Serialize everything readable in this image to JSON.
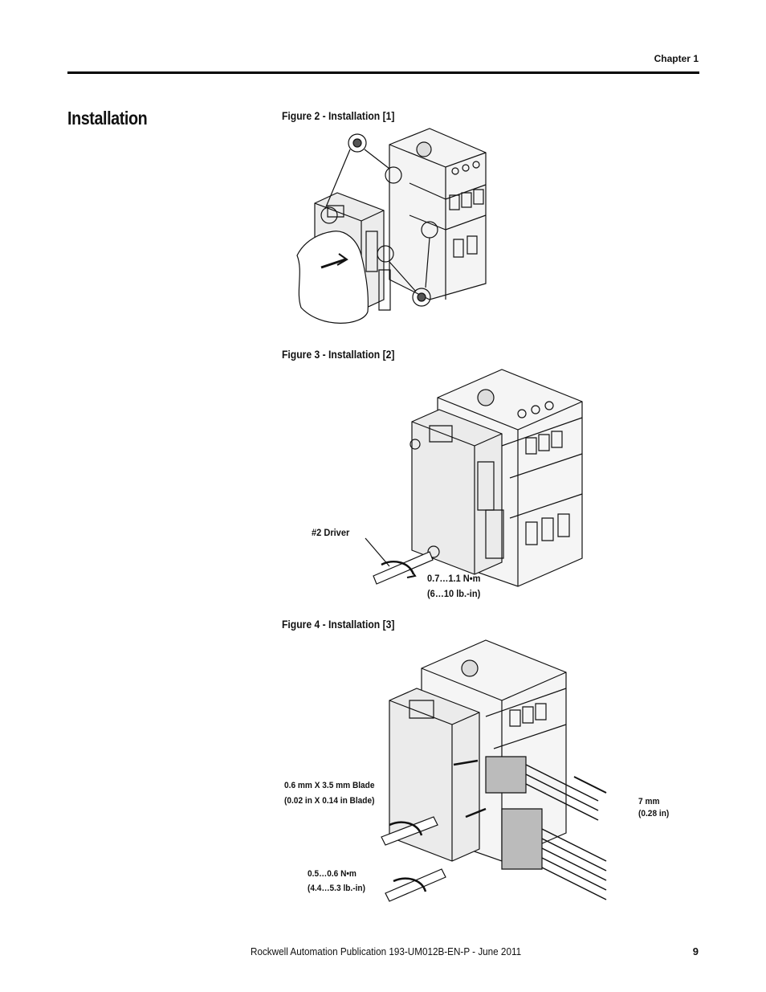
{
  "header": {
    "chapter": "Chapter 1"
  },
  "section": {
    "title": "Installation"
  },
  "figures": [
    {
      "caption": "Figure 2 - Installation [1]"
    },
    {
      "caption": "Figure 3 - Installation [2]",
      "callouts": {
        "driver": "#2 Driver",
        "torque_nm": "0.7…1.1 N•m",
        "torque_lbin": "(6…10 lb.-in)"
      }
    },
    {
      "caption": "Figure 4 - Installation [3]",
      "callouts": {
        "blade_mm": "0.6 mm X 3.5 mm Blade",
        "blade_in": "(0.02 in X 0.14 in Blade)",
        "strip_mm": "7 mm",
        "strip_in": "(0.28 in)",
        "torque_nm": "0.5…0.6 N•m",
        "torque_lbin": "(4.4…5.3 lb.-in)"
      }
    }
  ],
  "footer": {
    "publication": "Rockwell Automation Publication 193-UM012B-EN-P - June 2011",
    "page_number": "9"
  }
}
